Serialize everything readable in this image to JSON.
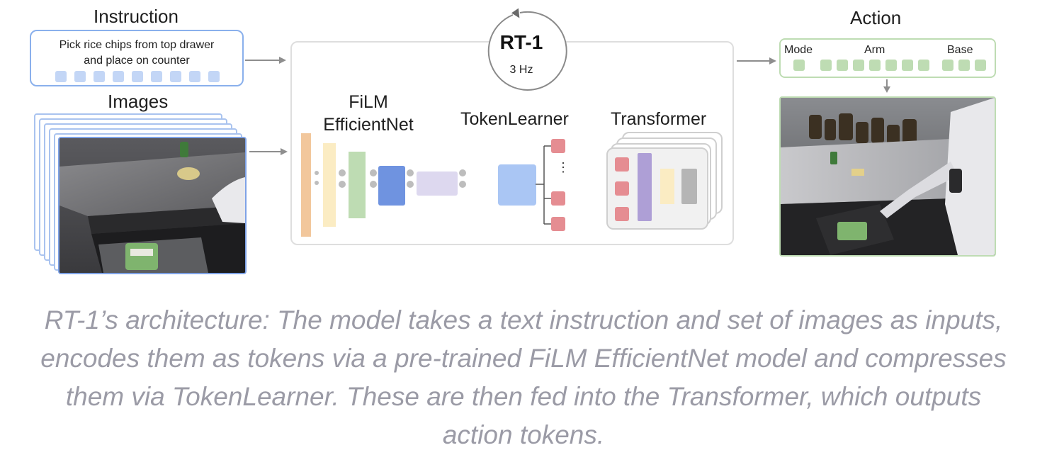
{
  "instruction": {
    "title": "Instruction",
    "text": "Pick rice chips from top drawer\nand place on counter"
  },
  "images": {
    "title": "Images"
  },
  "rt1": {
    "name": "RT-1",
    "freq": "3 Hz"
  },
  "modules": {
    "film": "FiLM\nEfficientNet",
    "tokenlearner": "TokenLearner",
    "transformer": "Transformer",
    "ellipsis": "⋮"
  },
  "action": {
    "title": "Action",
    "mode": "Mode",
    "arm": "Arm",
    "base": "Base"
  },
  "caption": {
    "line1": "RT-1’s architecture: The model takes a text instruction and set of images as inputs,",
    "line2": "encodes them as tokens via a pre-trained FiLM EfficientNet model and compresses",
    "line3": "them via TokenLearner. These are then fed into the Transformer, which outputs",
    "line4": "action tokens."
  },
  "colors": {
    "instruction_border": "#8ab0ec",
    "token_blue": "#c3d6f6",
    "token_green": "#bedcb3",
    "token_red": "#e58d92",
    "film_block": "#a7d39a",
    "efficientnet_block": "#6f93e0",
    "tokenlearner_block": "#aac6f4",
    "transformer_bar": "#ae9fd6",
    "caption_text": "#9b9ba6"
  }
}
